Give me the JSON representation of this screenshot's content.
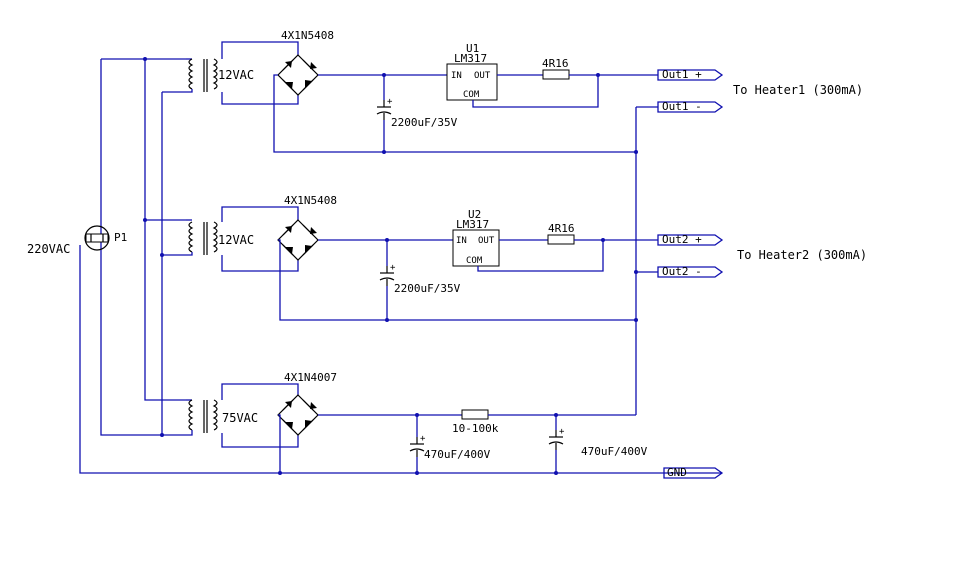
{
  "mains": {
    "label": "220VAC",
    "plug_label": "P1"
  },
  "supplies": [
    {
      "transformer_voltage": "12VAC",
      "bridge_label": "4X1N5408",
      "regulator_ref": "U1",
      "regulator_part": "LM317",
      "pin_in": "IN",
      "pin_out": "OUT",
      "pin_com": "COM",
      "resistor": "4R16",
      "capacitor": "2200uF/35V",
      "out_pos": "Out1 +",
      "out_neg": "Out1 -",
      "destination": "To Heater1 (300mA)"
    },
    {
      "transformer_voltage": "12VAC",
      "bridge_label": "4X1N5408",
      "regulator_ref": "U2",
      "regulator_part": "LM317",
      "pin_in": "IN",
      "pin_out": "OUT",
      "pin_com": "COM",
      "resistor": "4R16",
      "capacitor": "2200uF/35V",
      "out_pos": "Out2 +",
      "out_neg": "Out2 -",
      "destination": "To Heater2 (300mA)"
    }
  ],
  "bias_supply": {
    "transformer_voltage": "75VAC",
    "bridge_label": "4X1N4007",
    "capacitor1": "470uF/400V",
    "resistor": "10-100k",
    "capacitor2": "470uF/400V",
    "gnd_label": "GND"
  },
  "colors": {
    "wire": "#1010b0",
    "component": "#000000"
  }
}
